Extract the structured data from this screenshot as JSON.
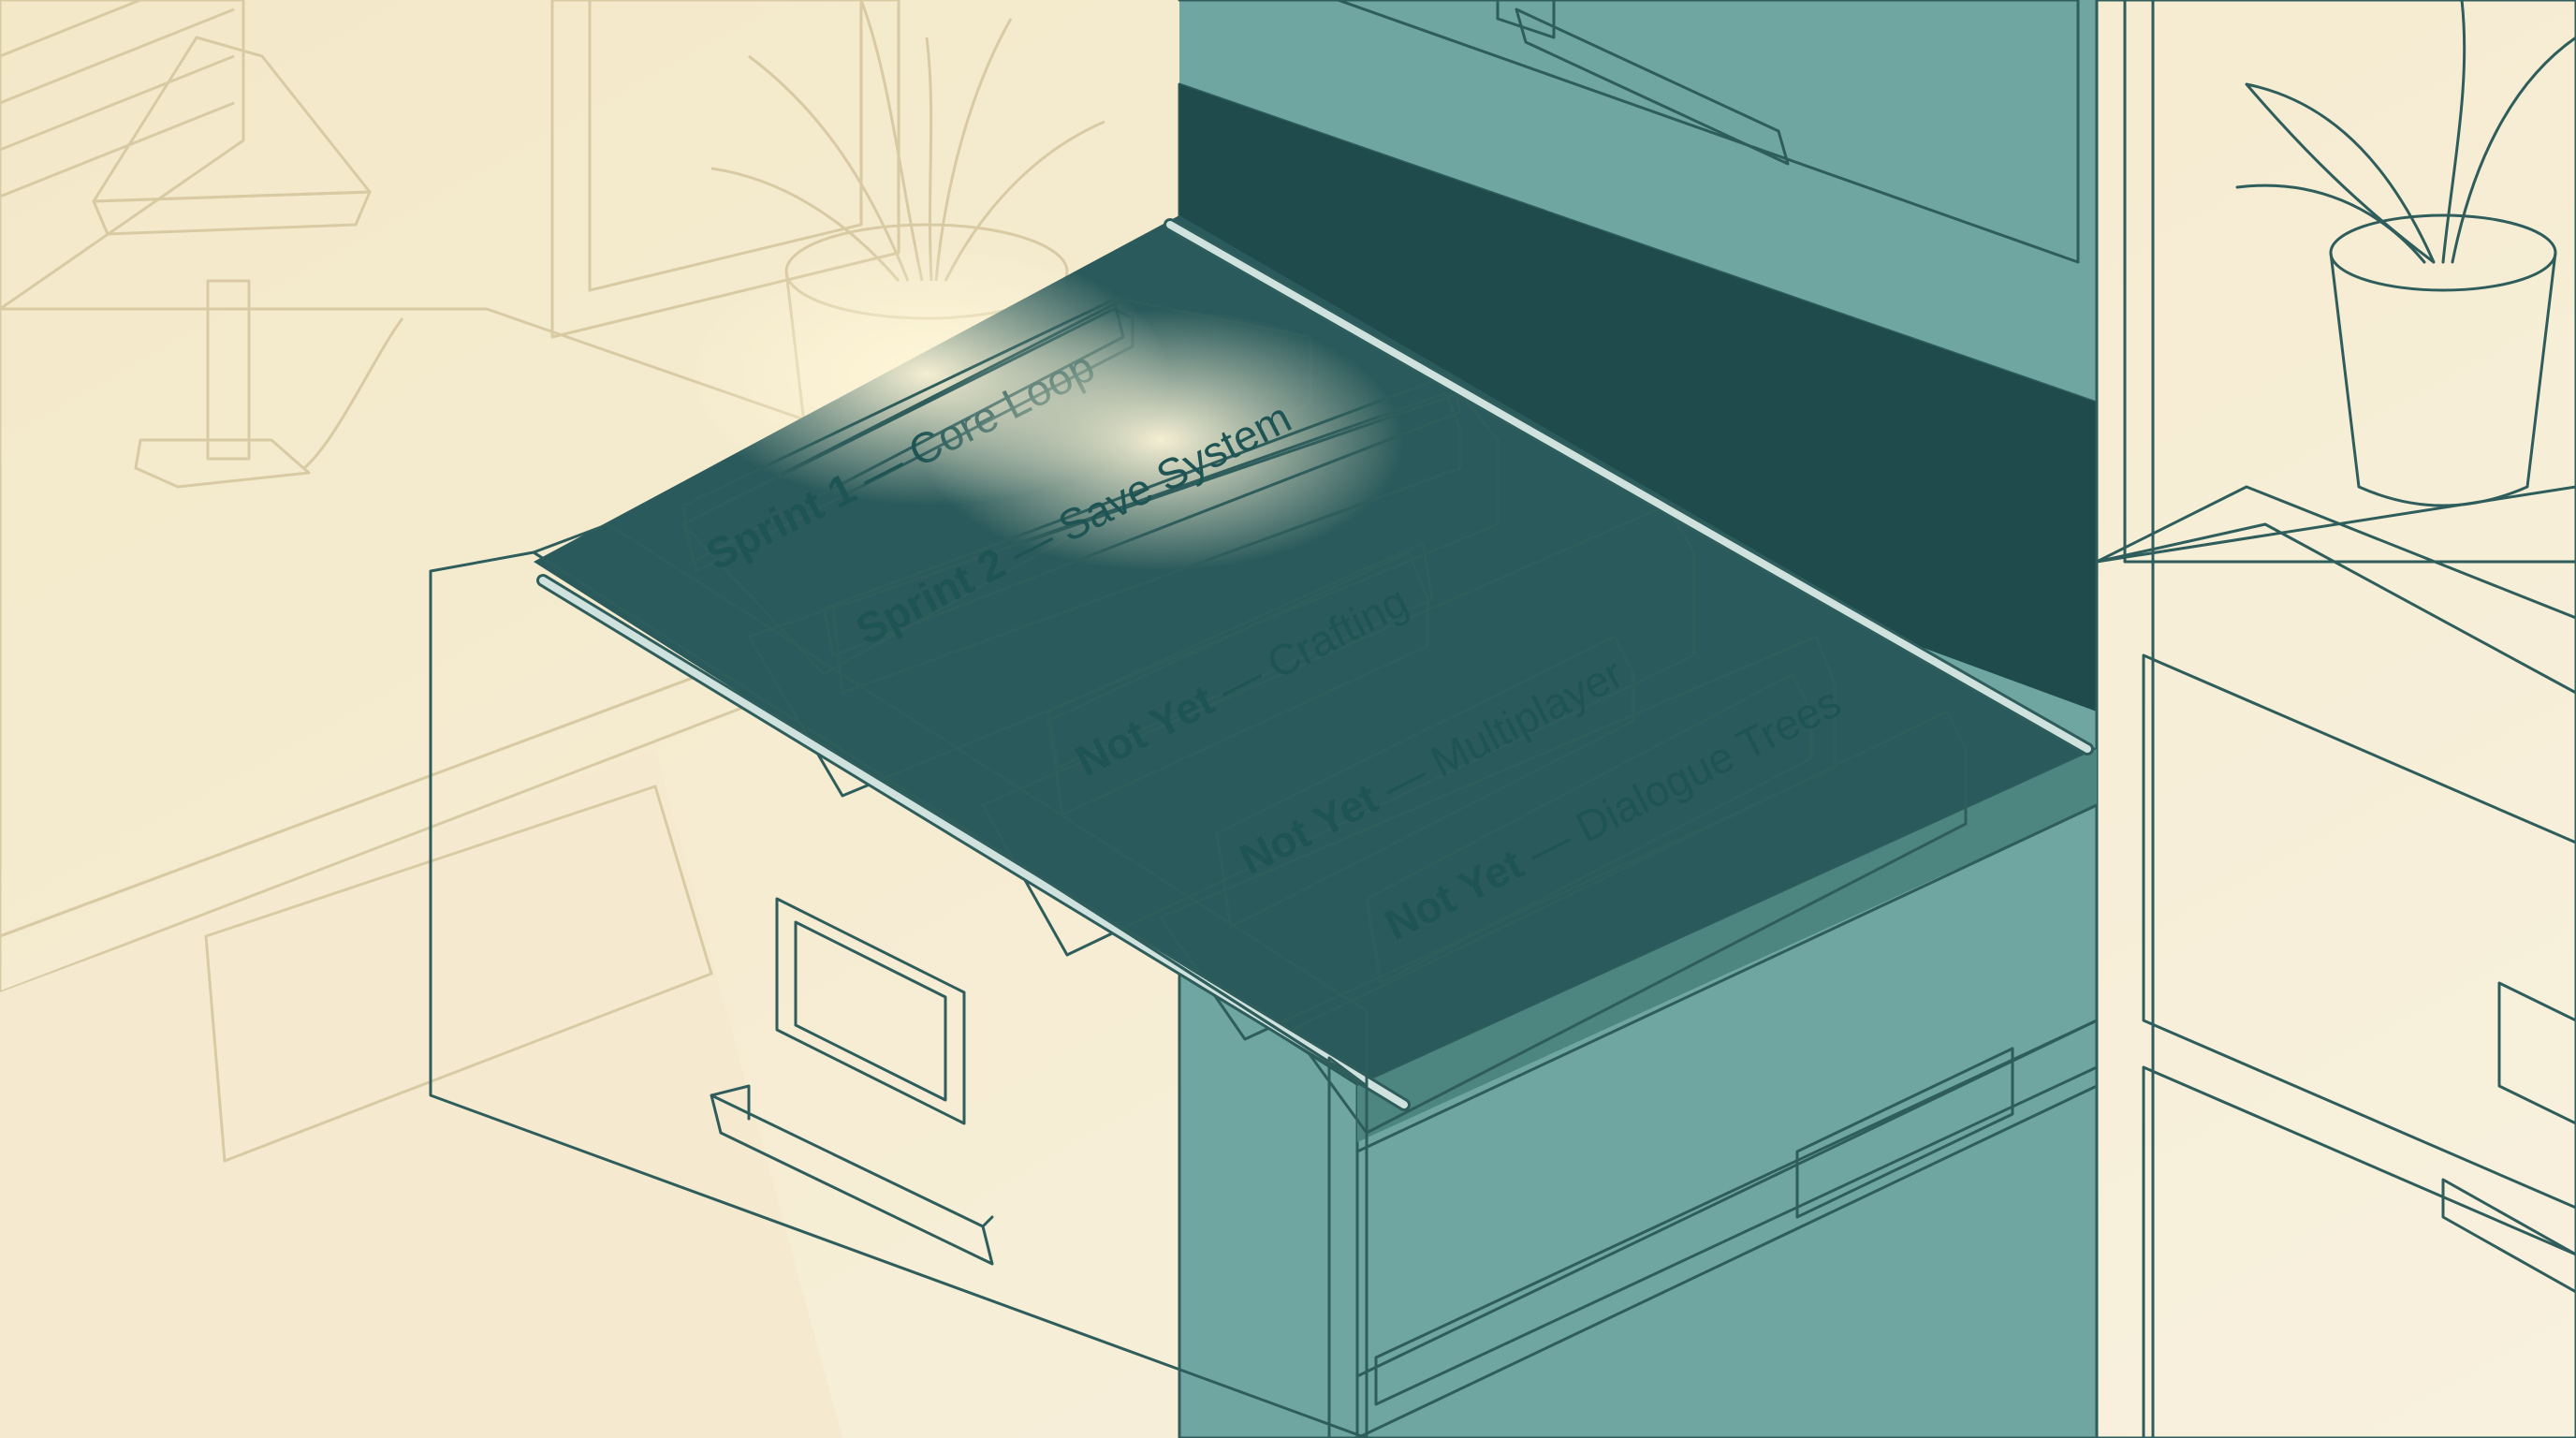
{
  "folders": [
    {
      "prefix": "Sprint 1",
      "suffix": " — Core Loop",
      "status": "active"
    },
    {
      "prefix": "Sprint 2",
      "suffix": " — Save System",
      "status": "active"
    },
    {
      "prefix": "Not Yet",
      "suffix": " — Crafting",
      "status": "pending"
    },
    {
      "prefix": "Not Yet",
      "suffix": " — Multiplayer",
      "status": "pending"
    },
    {
      "prefix": "Not Yet",
      "suffix": " — Dialogue Trees",
      "status": "pending"
    }
  ],
  "colors": {
    "cabinet": "#7fb3ae",
    "cabinet_dark": "#3f7674",
    "folder": "#ecc88c",
    "tab_active": "#f4dfb0",
    "tab_pending": "#dbe9e6",
    "wall": "#f7f0dc"
  },
  "icons": [
    "table-lamp-icon",
    "potted-plant-icon",
    "drawer-handle-icon",
    "label-holder-icon"
  ]
}
